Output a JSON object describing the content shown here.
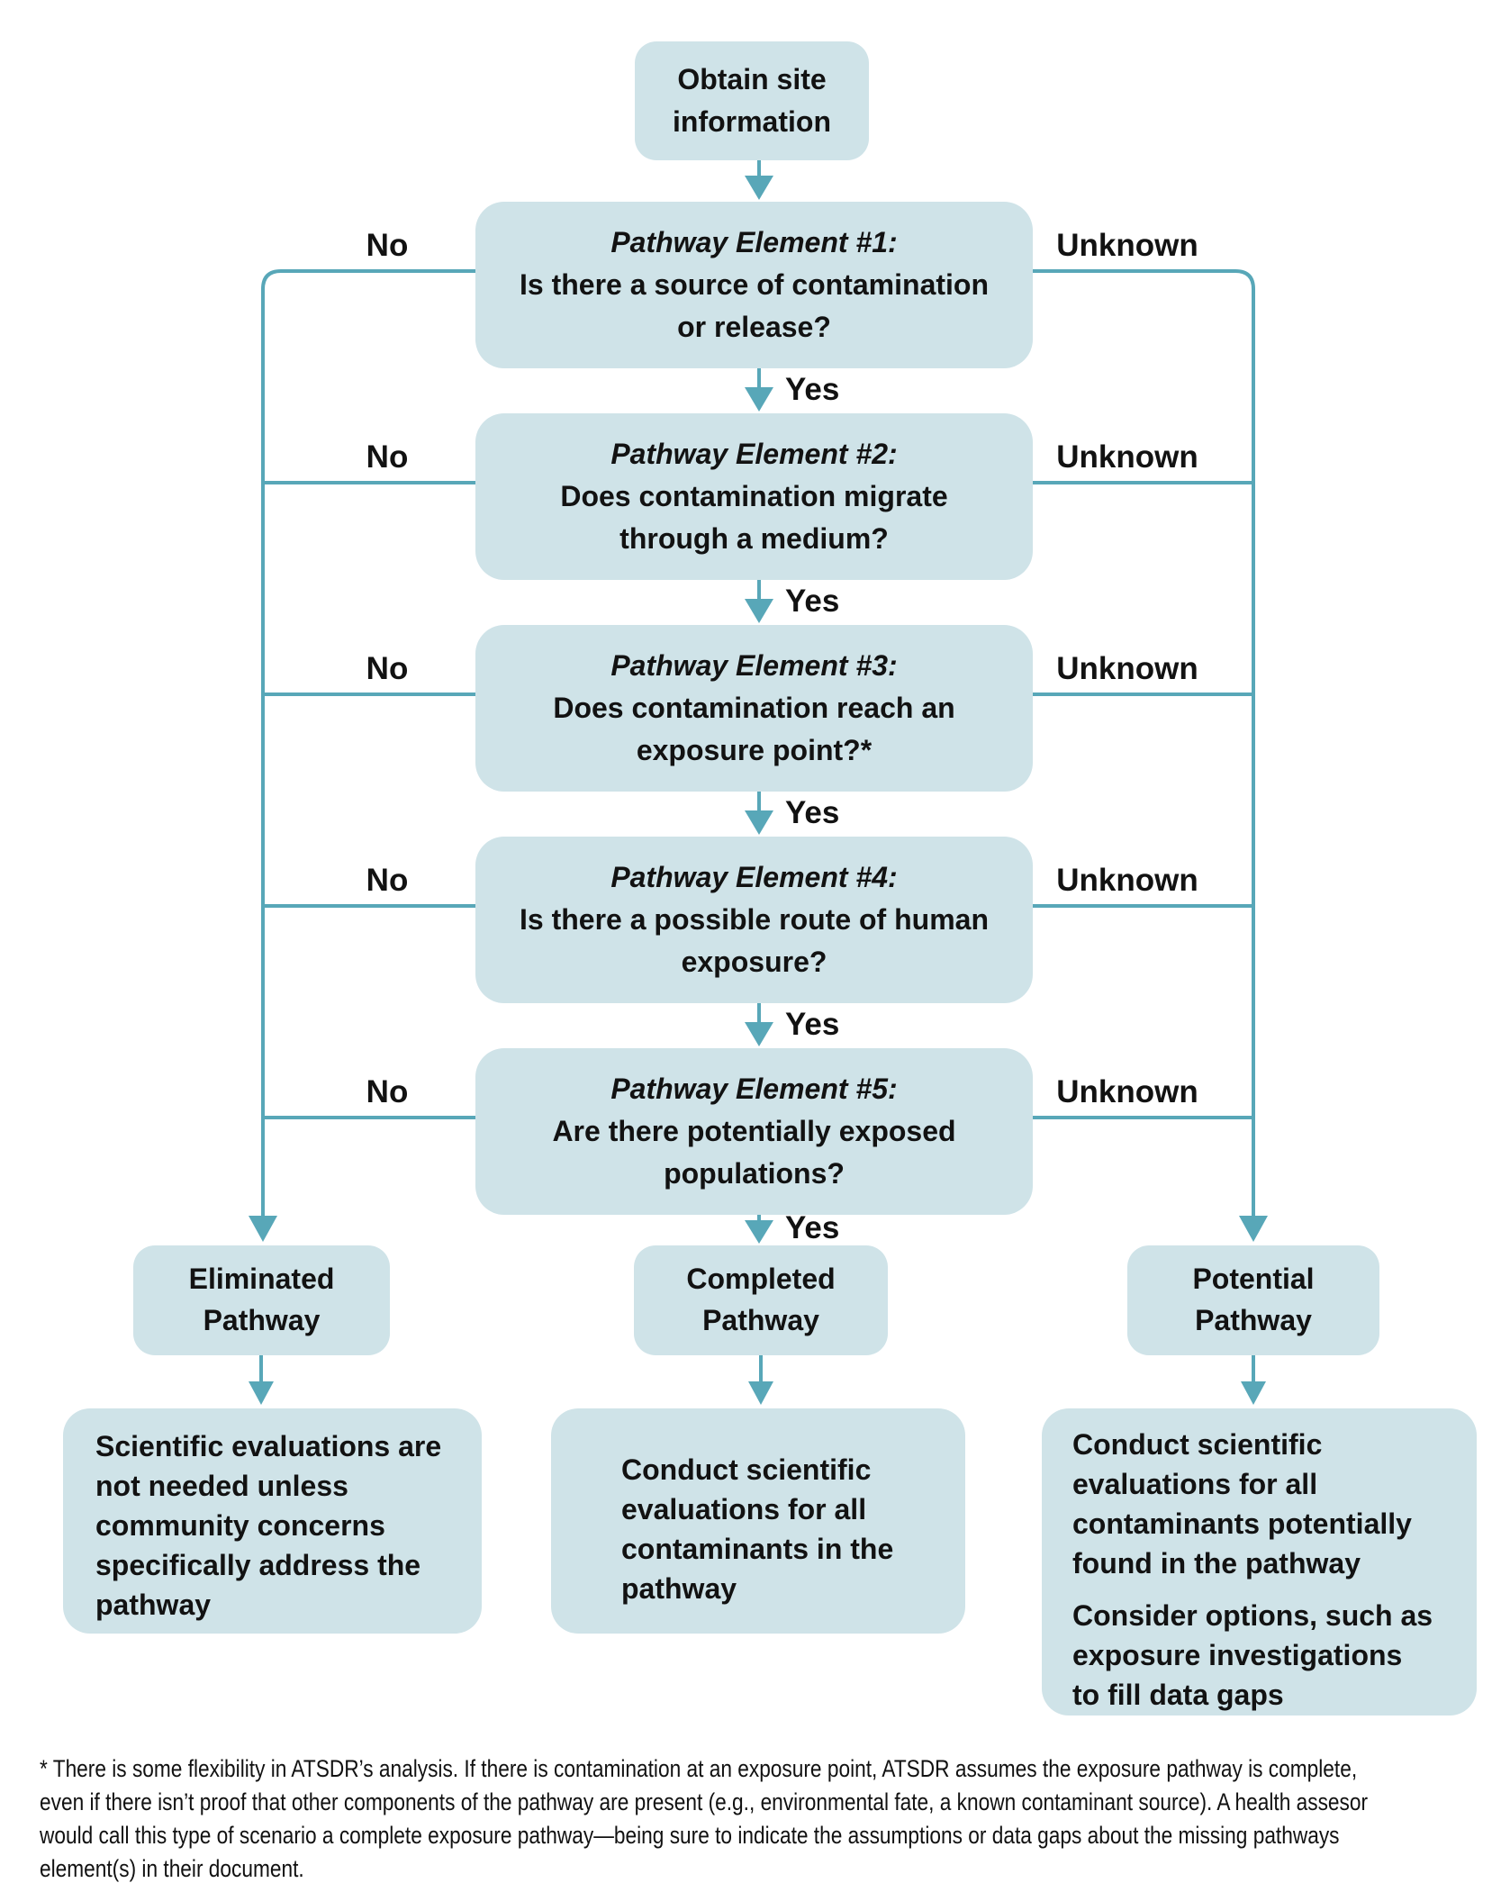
{
  "colors": {
    "box_fill": "#cfe3e8",
    "connector": "#58a7b8",
    "text": "#121212"
  },
  "labels": {
    "yes": "Yes",
    "no": "No",
    "unknown": "Unknown"
  },
  "start": {
    "lines": [
      "Obtain site",
      "information"
    ]
  },
  "elements": [
    {
      "title": "Pathway Element #1:",
      "lines": [
        "Is there a source of contamination",
        "or release?"
      ]
    },
    {
      "title": "Pathway Element #2:",
      "lines": [
        "Does contamination migrate",
        "through a medium?"
      ]
    },
    {
      "title": "Pathway Element #3:",
      "lines": [
        "Does contamination reach an",
        "exposure point?*"
      ]
    },
    {
      "title": "Pathway Element #4:",
      "lines": [
        "Is there a possible route of human",
        "exposure?"
      ]
    },
    {
      "title": "Pathway Element #5:",
      "lines": [
        "Are there potentially exposed",
        "populations?"
      ]
    }
  ],
  "results": {
    "eliminated": {
      "lines": [
        "Eliminated",
        "Pathway"
      ]
    },
    "completed": {
      "lines": [
        "Completed",
        "Pathway"
      ]
    },
    "potential": {
      "lines": [
        "Potential",
        "Pathway"
      ]
    }
  },
  "outcomes": {
    "eliminated": {
      "lines": [
        "Scientific evaluations are",
        "not needed unless",
        "community concerns",
        "specifically address the",
        "pathway"
      ]
    },
    "completed": {
      "lines": [
        "Conduct scientific",
        "evaluations for all",
        "contaminants in the",
        "pathway"
      ]
    },
    "potential": {
      "para1": [
        "Conduct scientific",
        "evaluations for all",
        "contaminants potentially",
        "found in the pathway"
      ],
      "para2": [
        "Consider options, such as",
        "exposure investigations",
        "to fill data gaps"
      ]
    }
  },
  "footnote": {
    "lines": [
      "* There is some flexibility in ATSDR’s analysis. If there is contamination at an exposure point, ATSDR assumes the exposure pathway is complete,",
      "even if there isn’t proof that other components of the pathway are present (e.g., environmental fate, a known contaminant source). A health assesor",
      "would call this type of scenario a complete exposure pathway—being sure to indicate the assumptions or data gaps about the missing pathways",
      "element(s) in their document."
    ]
  }
}
